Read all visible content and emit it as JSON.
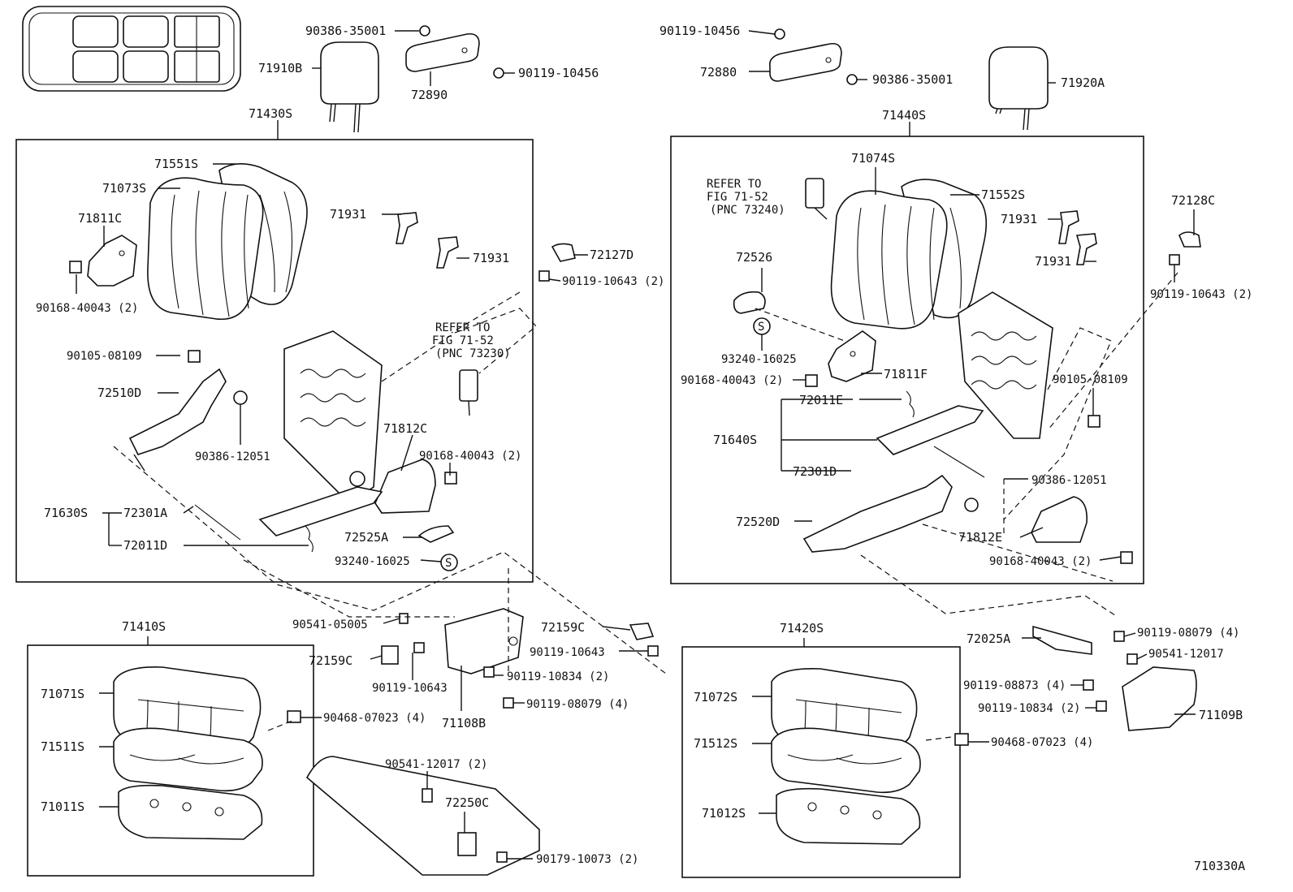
{
  "diagram_id": "710330A",
  "labels": {
    "p90386_35001_a": "90386-35001",
    "p71910B": "71910B",
    "p72890": "72890",
    "p90119_10456_a": "90119-10456",
    "p71430S": "71430S",
    "p90119_10456_b": "90119-10456",
    "p72880": "72880",
    "p90386_35001_b": "90386-35001",
    "p71920A": "71920A",
    "p71440S": "71440S",
    "p71551S": "71551S",
    "p71073S": "71073S",
    "p71811C": "71811C",
    "p90168_40043_a": "90168-40043 (2)",
    "p71931_a": "71931",
    "p71931_b": "71931",
    "p72127D": "72127D",
    "p90119_10643_a": "90119-10643 (2)",
    "refer1_l1": "REFER TO",
    "refer1_l2": "FIG 71-52",
    "refer1_l3": "(PNC 73230)",
    "p90105_08109_a": "90105-08109",
    "p72510D": "72510D",
    "p90386_12051_a": "90386-12051",
    "p71812C": "71812C",
    "p90168_40043_b": "90168-40043 (2)",
    "p71630S": "71630S",
    "p72301A": "72301A",
    "p72011D": "72011D",
    "p72525A": "72525A",
    "p93240_16025_a": "93240-16025",
    "p71074S": "71074S",
    "refer2_l1": "REFER TO",
    "refer2_l2": "FIG 71-52",
    "refer2_l3": "(PNC 73240)",
    "p71552S": "71552S",
    "p72128C": "72128C",
    "p71931_c": "71931",
    "p71931_d": "71931",
    "p90119_10643_b": "90119-10643 (2)",
    "p72526": "72526",
    "p93240_16025_b": "93240-16025",
    "p90168_40043_c": "90168-40043 (2)",
    "p71811F": "71811F",
    "p72011E": "72011E",
    "p90105_08109_b": "90105-08109",
    "p71640S": "71640S",
    "p72301D": "72301D",
    "p90386_12051_b": "90386-12051",
    "p72520D": "72520D",
    "p71812E": "71812E",
    "p90168_40043_d": "90168-40043 (2)",
    "p71410S": "71410S",
    "p90541_05005": "90541-05005",
    "p72159C_a": "72159C",
    "p72159C_b": "72159C",
    "p90119_10643_c": "90119-10643",
    "p90119_10643_d": "90119-10643",
    "p90119_10834_a": "90119-10834 (2)",
    "p90119_08079_a": "90119-08079 (4)",
    "p71108B": "71108B",
    "p71071S": "71071S",
    "p90468_07023_a": "90468-07023 (4)",
    "p71511S": "71511S",
    "p71011S": "71011S",
    "p90541_12017_a": "90541-12017 (2)",
    "p72250C": "72250C",
    "p90179_10073": "90179-10073 (2)",
    "p71420S": "71420S",
    "p72025A": "72025A",
    "p90119_08079_b": "90119-08079 (4)",
    "p90541_12017_b": "90541-12017",
    "p90119_08873": "90119-08873 (4)",
    "p90119_10834_b": "90119-10834 (2)",
    "p71109B": "71109B",
    "p71072S": "71072S",
    "p90468_07023_b": "90468-07023 (4)",
    "p71512S": "71512S",
    "p71012S": "71012S",
    "s_mark_a": "S",
    "s_mark_b": "S"
  }
}
